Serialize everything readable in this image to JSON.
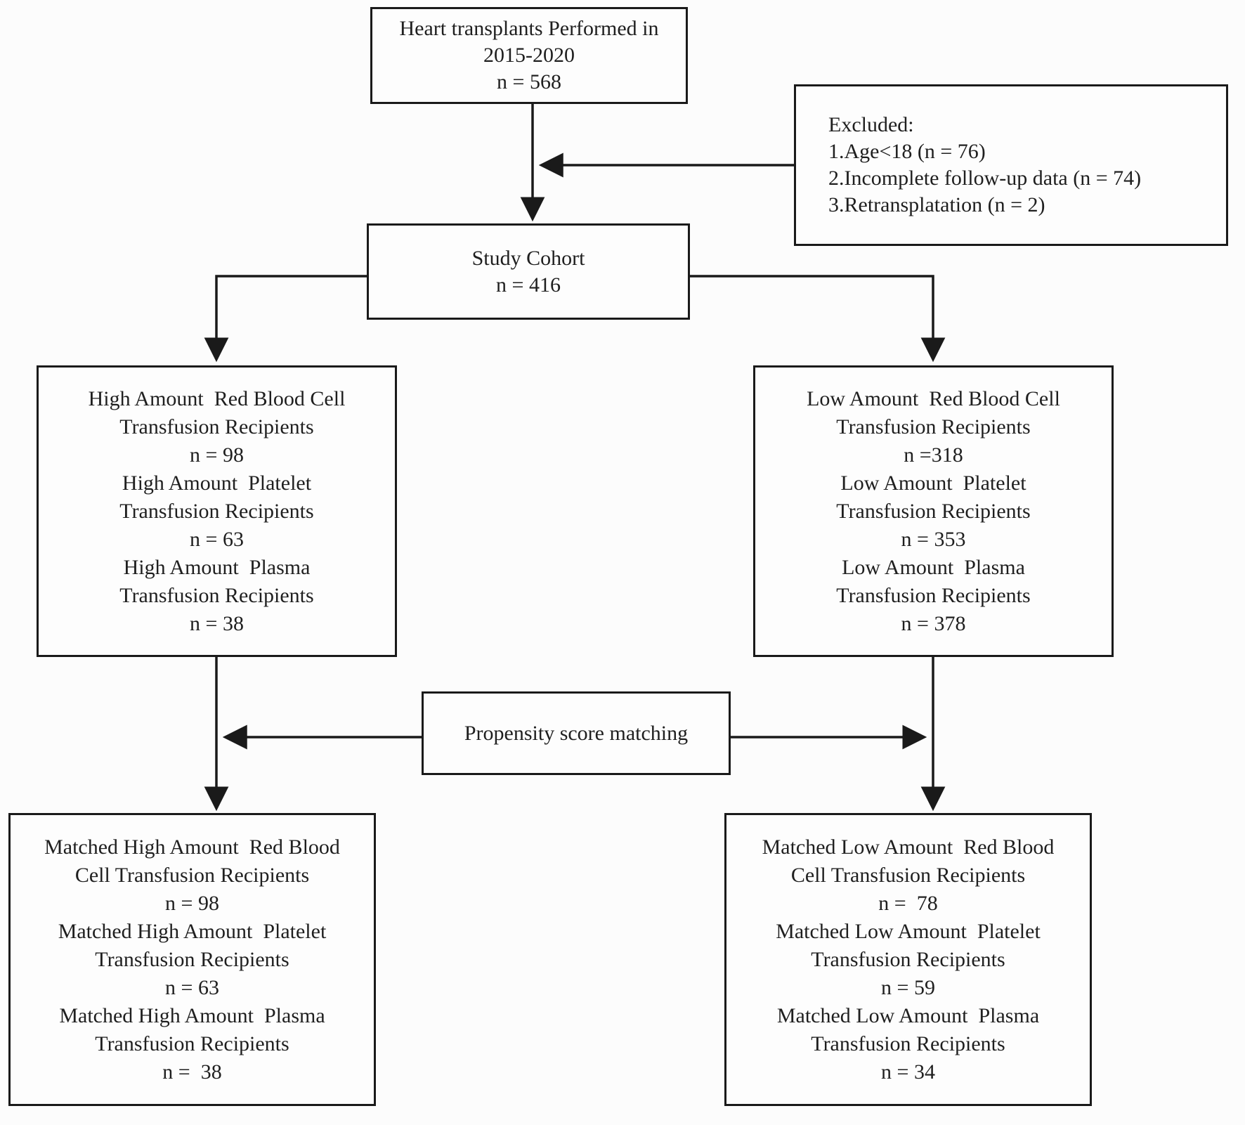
{
  "colors": {
    "line_color": "#1a1a1a",
    "text": "#1f1f1f",
    "background": "#fcfcfc"
  },
  "boxes": {
    "top": {
      "lines": [
        "Heart transplants Performed in",
        "2015-2020",
        "n = 568"
      ]
    },
    "excluded": {
      "lines": [
        "Excluded:",
        "1.Age<18 (n = 76)",
        "2.Incomplete follow-up data (n = 74)",
        "3.Retransplatation (n = 2)"
      ]
    },
    "study": {
      "lines": [
        "Study Cohort",
        "n = 416"
      ]
    },
    "high": {
      "lines": [
        "High Amount  Red Blood Cell",
        "Transfusion Recipients",
        "n = 98",
        "High Amount  Platelet",
        "Transfusion Recipients",
        "n = 63",
        "High Amount  Plasma",
        "Transfusion Recipients",
        "n = 38"
      ]
    },
    "low": {
      "lines": [
        "Low Amount  Red Blood Cell",
        "Transfusion Recipients",
        "n =318",
        "Low Amount  Platelet",
        "Transfusion Recipients",
        "n = 353",
        "Low Amount  Plasma",
        "Transfusion Recipients",
        "n = 378"
      ]
    },
    "matching": {
      "lines": [
        "Propensity score matching"
      ]
    },
    "matched_high": {
      "lines": [
        "Matched High Amount  Red Blood",
        "Cell Transfusion Recipients",
        "n = 98",
        "Matched High Amount  Platelet",
        "Transfusion Recipients",
        "n = 63",
        "Matched High Amount  Plasma",
        "Transfusion Recipients",
        "n =  38"
      ]
    },
    "matched_low": {
      "lines": [
        "Matched Low Amount  Red Blood",
        "Cell Transfusion Recipients",
        "n =  78",
        "Matched Low Amount  Platelet",
        "Transfusion Recipients",
        "n = 59",
        "Matched Low Amount  Plasma",
        "Transfusion Recipients",
        "n = 34"
      ]
    }
  }
}
